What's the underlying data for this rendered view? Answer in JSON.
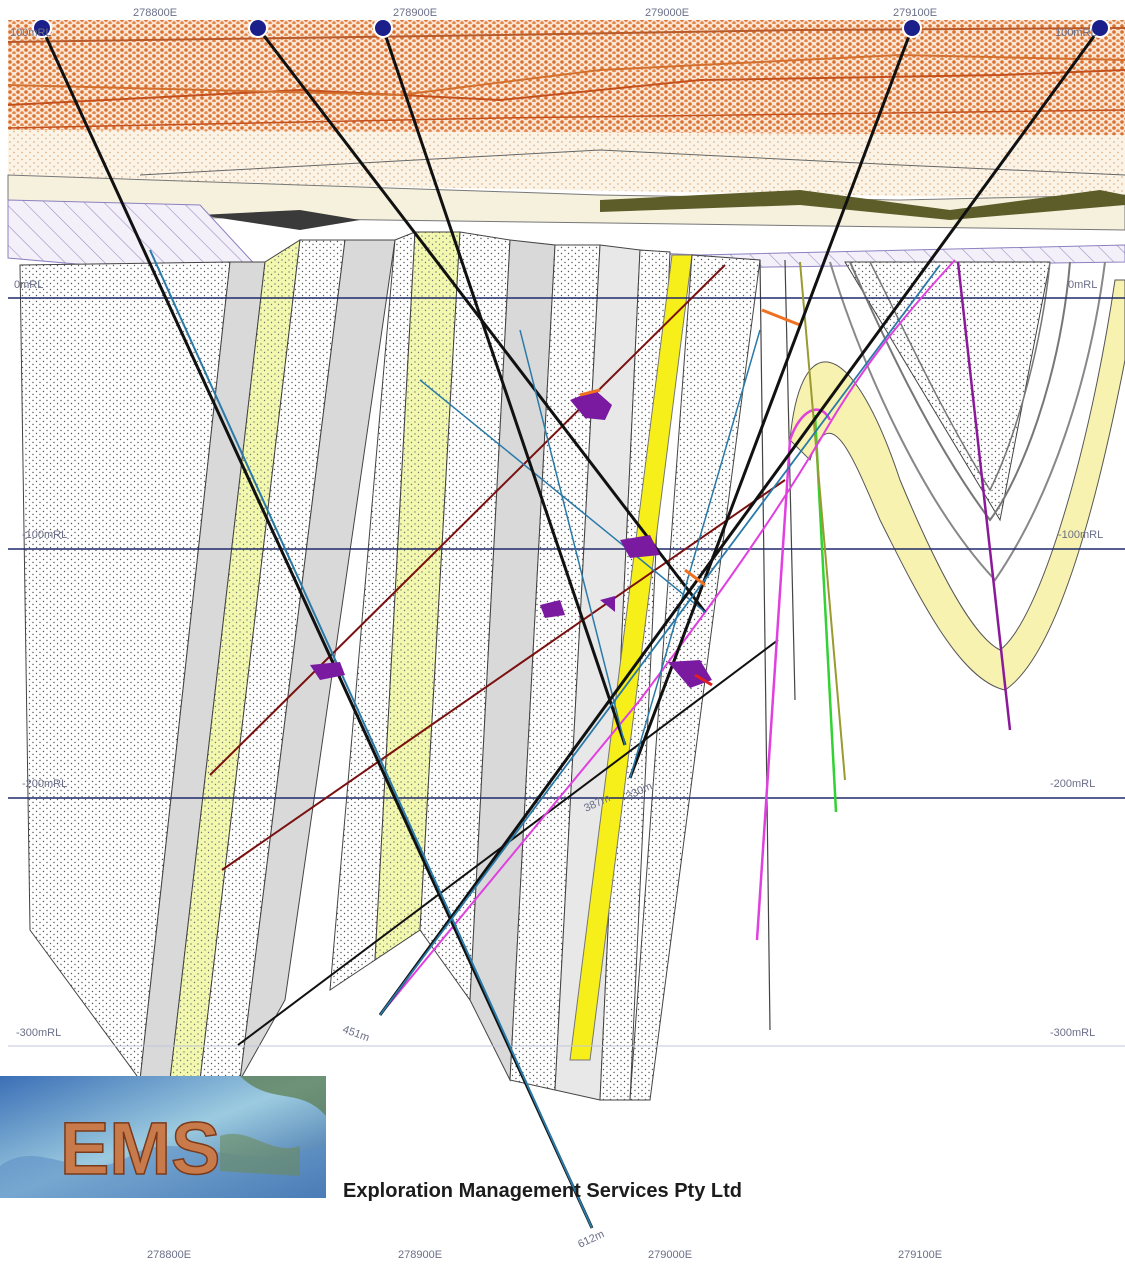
{
  "section": {
    "easting_labels_top": [
      "278800E",
      "278900E",
      "279000E",
      "279100E"
    ],
    "easting_labels_bottom": [
      "278800E",
      "278900E",
      "279000E",
      "279100E"
    ],
    "rl_labels_left": [
      "0mRL",
      "-100mRL",
      "-200mRL",
      "-300mRL"
    ],
    "rl_labels_right": [
      "0mRL",
      "-100mRL",
      "-200mRL",
      "-300mRL"
    ],
    "top_left_rl": "100mRL",
    "top_right_rl": "100mRL",
    "drillhole_depth_labels": [
      "451m",
      "387m",
      "330m",
      "612m"
    ]
  },
  "colors": {
    "gridline": "#1f2a6b",
    "drillhole": "#111111",
    "collar": "#1a1f8a",
    "yellow_unit": "#f1f7a8",
    "bright_yellow": "#f7ef1a",
    "grey_unit": "#d9d9d9",
    "magenta_trace": "#e040e0",
    "green_trace": "#32d232",
    "brown_trace": "#7a1010",
    "orange_cover": "#e07a3a"
  },
  "branding": {
    "logo_text": "EMS",
    "company": "Exploration Management Services Pty Ltd"
  }
}
